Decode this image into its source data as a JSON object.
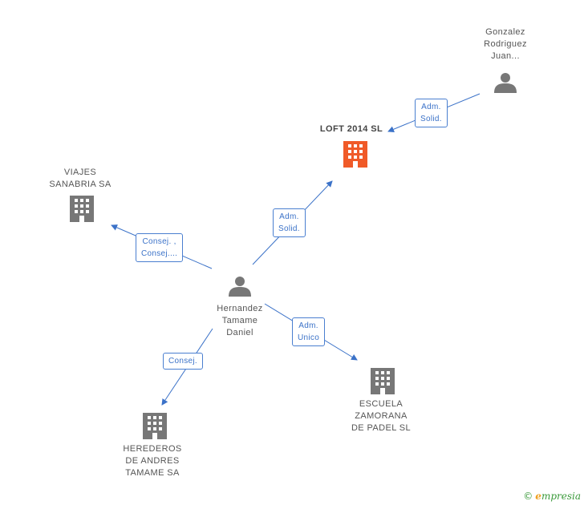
{
  "nodes": {
    "gonzalez": {
      "lines": [
        "Gonzalez",
        "Rodriguez",
        "Juan..."
      ],
      "type": "person"
    },
    "loft": {
      "lines": [
        "LOFT 2014  SL"
      ],
      "type": "company-focus"
    },
    "viajes": {
      "lines": [
        "VIAJES",
        "SANABRIA SA"
      ],
      "type": "company"
    },
    "hernandez": {
      "lines": [
        "Hernandez",
        "Tamame",
        "Daniel"
      ],
      "type": "person"
    },
    "herederos": {
      "lines": [
        "HEREDEROS",
        "DE ANDRES",
        "TAMAME SA"
      ],
      "type": "company"
    },
    "escuela": {
      "lines": [
        "ESCUELA",
        "ZAMORANA",
        "DE PADEL  SL"
      ],
      "type": "company"
    }
  },
  "edges": {
    "gonzalez_loft": {
      "lines": [
        "Adm.",
        "Solid."
      ]
    },
    "hernandez_loft": {
      "lines": [
        "Adm.",
        "Solid."
      ]
    },
    "hernandez_viajes": {
      "lines": [
        "Consej. ,",
        "Consej...."
      ]
    },
    "hernandez_herederos": {
      "lines": [
        "Consej."
      ]
    },
    "hernandez_escuela": {
      "lines": [
        "Adm.",
        "Unico"
      ]
    }
  },
  "colors": {
    "edge": "#3b72c8",
    "icon": "#777777",
    "focus_icon": "#f05a28",
    "edge_border": "#4a7fd0"
  },
  "icons": {
    "person": "person-icon",
    "company": "building-icon"
  },
  "brand": {
    "copyright": "©",
    "initial": "e",
    "name": "mpresia"
  }
}
